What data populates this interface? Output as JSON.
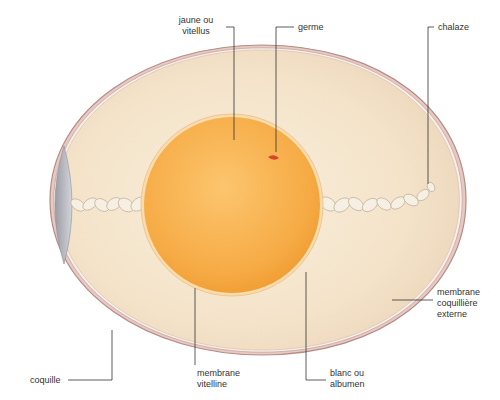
{
  "diagram": {
    "labels": [
      "jaune ou vitellus",
      "germe",
      "chalaze",
      "membrane coquillière externe",
      "coquille",
      "membrane vitelline",
      "blanc ou albumen"
    ]
  }
}
